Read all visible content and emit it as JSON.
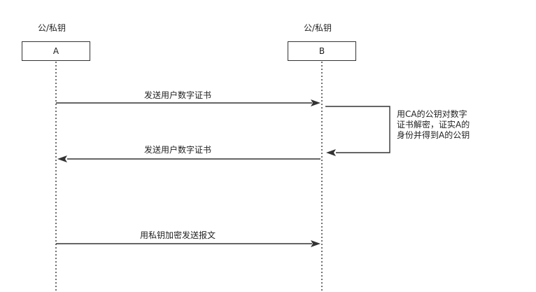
{
  "participants": [
    {
      "header": "公/私钥",
      "name": "A"
    },
    {
      "header": "公/私钥",
      "name": "B"
    }
  ],
  "messages": [
    {
      "label": "发送用户数字证书",
      "direction": "A→B"
    },
    {
      "label": "发送用户数字证书",
      "direction": "B→A"
    },
    {
      "label": "用私钥加密发送报文",
      "direction": "A→B"
    }
  ],
  "self_note": {
    "lines": [
      "用CA的公钥对数字",
      "证书解密，证实A的",
      "身份并得到A的公钥"
    ]
  },
  "colors": {
    "line": "#333333",
    "text": "#222222"
  }
}
